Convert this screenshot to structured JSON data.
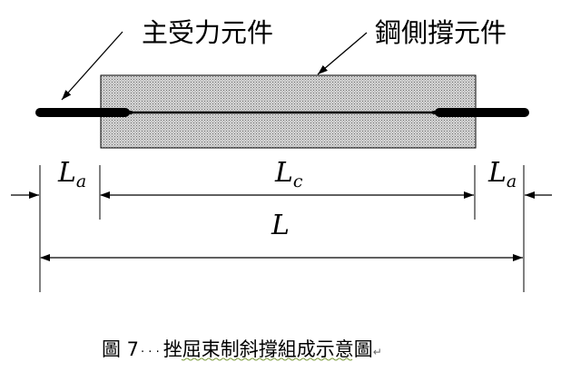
{
  "labels": {
    "main_element": "主受力元件",
    "steel_brace": "鋼側撐元件",
    "la_left_main": "L",
    "la_left_sub": "a",
    "lc_main": "L",
    "lc_sub": "c",
    "la_right_main": "L",
    "la_right_sub": "a",
    "total": "L"
  },
  "caption": {
    "prefix": "圖 7",
    "dots": "· · ·",
    "title": "挫屈束制斜撐組成示意圖",
    "mark": "↵"
  },
  "colors": {
    "hatch_fill": "#bdbdbd",
    "line": "#000000"
  }
}
